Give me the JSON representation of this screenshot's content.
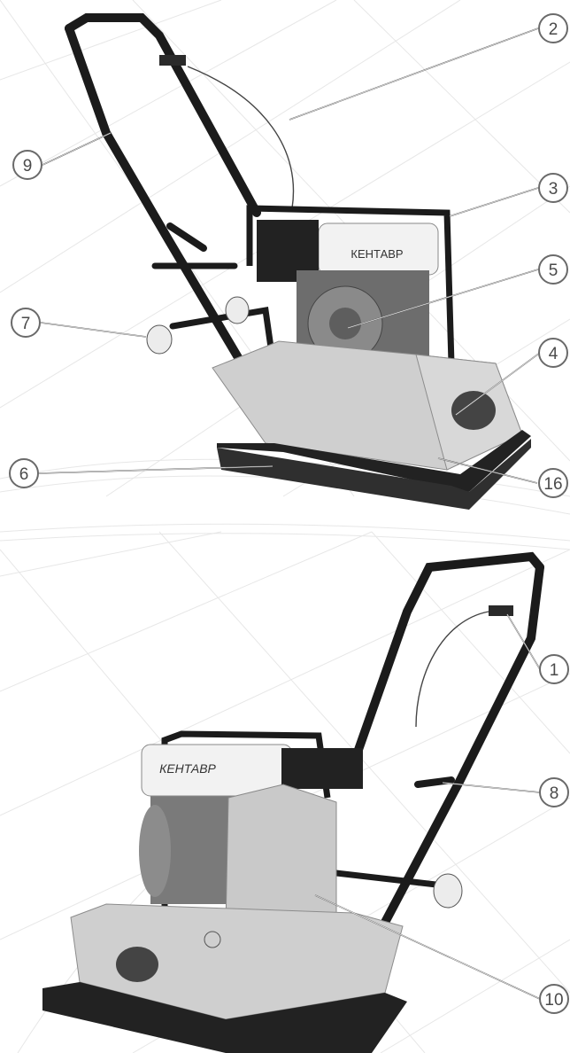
{
  "callouts": [
    {
      "id": "1",
      "label": "1"
    },
    {
      "id": "2",
      "label": "2"
    },
    {
      "id": "3",
      "label": "3"
    },
    {
      "id": "4",
      "label": "4"
    },
    {
      "id": "5",
      "label": "5"
    },
    {
      "id": "6",
      "label": "6"
    },
    {
      "id": "7",
      "label": "7"
    },
    {
      "id": "8",
      "label": "8"
    },
    {
      "id": "9",
      "label": "9"
    },
    {
      "id": "10",
      "label": "10"
    },
    {
      "id": "16",
      "label": "16"
    }
  ],
  "brand_text_top": "КЕНТАВР",
  "brand_text_bottom": "КЕНТАВР",
  "colors": {
    "background": "#ffffff",
    "grid_lines": "#e6e6e6",
    "metal_body": "#c9c9c9",
    "frame": "#1b1b1b",
    "callout_stroke": "#6a6a6a"
  }
}
